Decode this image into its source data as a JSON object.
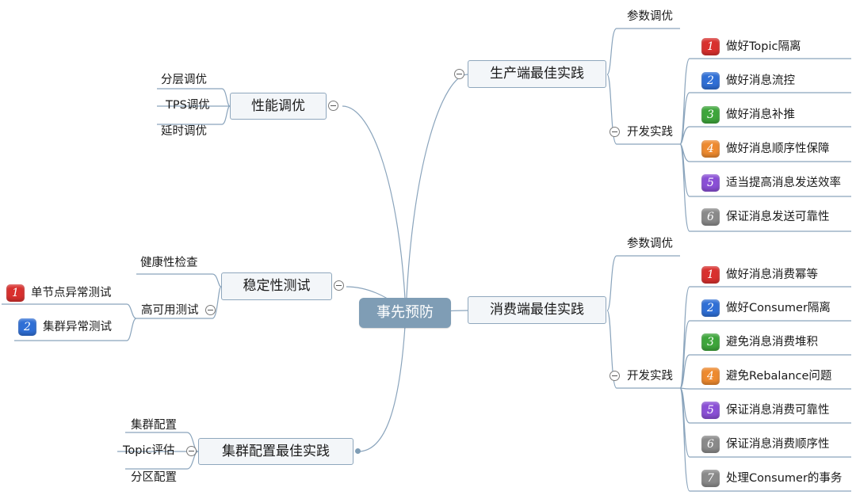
{
  "root": "事先预防",
  "colors": {
    "root": "#7f9db5",
    "line": "#8aa4bc",
    "priorities": {
      "1": "#d9302e",
      "2": "#2f6fd6",
      "3": "#3ea63b",
      "4": "#ee8a2f",
      "5": "#8a4fd6",
      "6": "#8a8a8a",
      "7": "#8a8a8a"
    }
  },
  "performance": {
    "title": "性能调优",
    "children": [
      "分层调优",
      "TPS调优",
      "延时调优"
    ]
  },
  "stability": {
    "title": "稳定性测试",
    "health_check": "健康性检查",
    "ha_test": "高可用测试",
    "ha_children": [
      {
        "priority": "1",
        "label": "单节点异常测试"
      },
      {
        "priority": "2",
        "label": "集群异常测试"
      }
    ]
  },
  "cluster": {
    "title": "集群配置最佳实践",
    "children": [
      "集群配置",
      "Topic评估",
      "分区配置"
    ]
  },
  "producer": {
    "title": "生产端最佳实践",
    "param_tuning": "参数调优",
    "dev_practice": "开发实践",
    "items": [
      {
        "priority": "1",
        "label": "做好Topic隔离"
      },
      {
        "priority": "2",
        "label": "做好消息流控"
      },
      {
        "priority": "3",
        "label": "做好消息补推"
      },
      {
        "priority": "4",
        "label": "做好消息顺序性保障"
      },
      {
        "priority": "5",
        "label": "适当提高消息发送效率"
      },
      {
        "priority": "6",
        "label": "保证消息发送可靠性"
      }
    ]
  },
  "consumer": {
    "title": "消费端最佳实践",
    "param_tuning": "参数调优",
    "dev_practice": "开发实践",
    "items": [
      {
        "priority": "1",
        "label": "做好消息消费幂等"
      },
      {
        "priority": "2",
        "label": "做好Consumer隔离"
      },
      {
        "priority": "3",
        "label": "避免消息消费堆积"
      },
      {
        "priority": "4",
        "label": "避免Rebalance问题"
      },
      {
        "priority": "5",
        "label": "保证消息消费可靠性"
      },
      {
        "priority": "6",
        "label": "保证消息消费顺序性"
      },
      {
        "priority": "7",
        "label": "处理Consumer的事务"
      }
    ]
  }
}
